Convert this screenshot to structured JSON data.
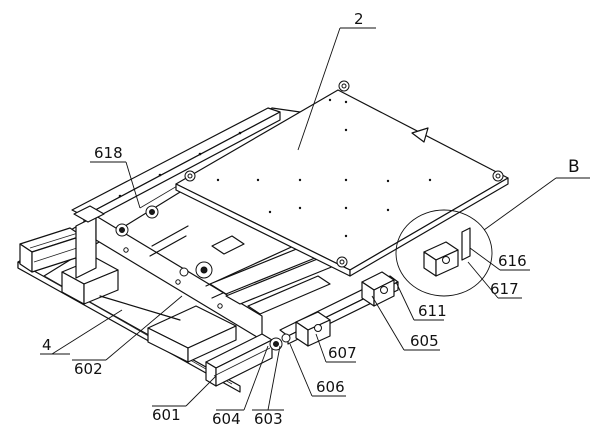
{
  "labels": {
    "l2": "2",
    "lB": "B",
    "l618": "618",
    "l616": "616",
    "l617": "617",
    "l611": "611",
    "l605": "605",
    "l607": "607",
    "l606": "606",
    "l603": "603",
    "l604": "604",
    "l601": "601",
    "l602": "602",
    "l4": "4"
  }
}
